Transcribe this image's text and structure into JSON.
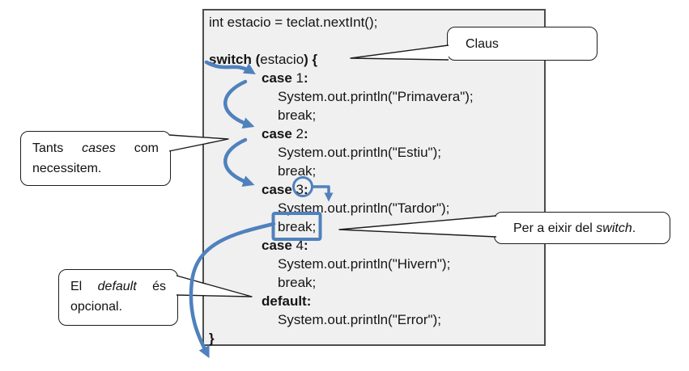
{
  "colors": {
    "arrow_blue": "#4f81bd",
    "code_box_fill": "#f0f0f0",
    "code_box_border": "#4d4d4d",
    "bubble_border": "#1c1c1c"
  },
  "code_box": {
    "lines": [
      {
        "indent": 0,
        "segments": [
          {
            "t": "int estacio = teclat.nextInt();"
          }
        ]
      },
      {
        "indent": 0,
        "segments": [
          {
            "t": ""
          }
        ]
      },
      {
        "indent": 0,
        "segments": [
          {
            "t": "switch (",
            "b": 1
          },
          {
            "t": "estacio"
          },
          {
            "t": ") {",
            "b": 1
          }
        ]
      },
      {
        "indent": 1,
        "segments": [
          {
            "t": "case ",
            "b": 1
          },
          {
            "t": "1"
          },
          {
            "t": ":",
            "b": 1
          }
        ]
      },
      {
        "indent": 2,
        "segments": [
          {
            "t": "System.out.println(\"Primavera\");"
          }
        ]
      },
      {
        "indent": 2,
        "segments": [
          {
            "t": "break;"
          }
        ]
      },
      {
        "indent": 1,
        "segments": [
          {
            "t": "case ",
            "b": 1
          },
          {
            "t": "2"
          },
          {
            "t": ":",
            "b": 1
          }
        ]
      },
      {
        "indent": 2,
        "segments": [
          {
            "t": "System.out.println(\"Estiu\");"
          }
        ]
      },
      {
        "indent": 2,
        "segments": [
          {
            "t": "break;"
          }
        ]
      },
      {
        "indent": 1,
        "segments": [
          {
            "t": "case ",
            "b": 1
          },
          {
            "t": "3"
          },
          {
            "t": ":",
            "b": 1
          }
        ]
      },
      {
        "indent": 2,
        "segments": [
          {
            "t": "System.out.println(\"Tardor\");"
          }
        ]
      },
      {
        "indent": 2,
        "segments": [
          {
            "t": "break;"
          }
        ]
      },
      {
        "indent": 1,
        "segments": [
          {
            "t": "case ",
            "b": 1
          },
          {
            "t": "4"
          },
          {
            "t": ":",
            "b": 1
          }
        ]
      },
      {
        "indent": 2,
        "segments": [
          {
            "t": "System.out.println(\"Hivern\");"
          }
        ]
      },
      {
        "indent": 2,
        "segments": [
          {
            "t": "break;"
          }
        ]
      },
      {
        "indent": 1,
        "segments": [
          {
            "t": "default:",
            "b": 1
          }
        ]
      },
      {
        "indent": 2,
        "segments": [
          {
            "t": "System.out.println(\"Error\");"
          }
        ]
      },
      {
        "indent": 0,
        "segments": [
          {
            "t": "}",
            "b": 1
          }
        ]
      }
    ]
  },
  "callouts": [
    {
      "id": "claus",
      "lines": [
        [
          {
            "t": "Claus"
          }
        ]
      ]
    },
    {
      "id": "tants",
      "lines": [
        [
          {
            "t": "Tants "
          },
          {
            "t": "cases",
            "i": 1
          },
          {
            "t": " com"
          }
        ],
        [
          {
            "t": "necessitem."
          }
        ]
      ]
    },
    {
      "id": "eixir",
      "lines": [
        [
          {
            "t": "Per a eixir del "
          },
          {
            "t": "switch",
            "i": 1
          },
          {
            "t": "."
          }
        ]
      ]
    },
    {
      "id": "default",
      "lines": [
        [
          {
            "t": "El "
          },
          {
            "t": "default",
            "i": 1
          },
          {
            "t": " és"
          }
        ],
        [
          {
            "t": "opcional."
          }
        ]
      ]
    }
  ],
  "annotations": {
    "circled_case_value": "3",
    "boxed_statement": "break;"
  }
}
